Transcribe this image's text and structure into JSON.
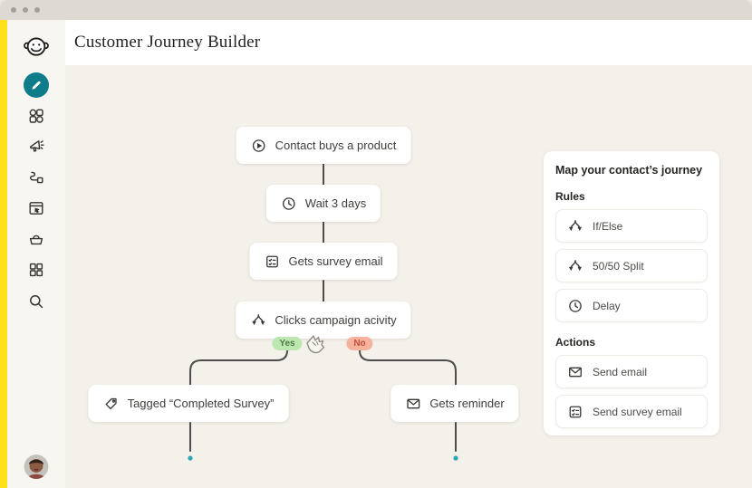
{
  "header": {
    "title": "Customer Journey Builder"
  },
  "sidebar": {
    "logo": "mailchimp-freddie",
    "active_tool": "create-pencil",
    "icons": [
      "pencil",
      "audience",
      "campaigns",
      "automations",
      "website",
      "commerce",
      "apps",
      "search"
    ]
  },
  "canvas": {
    "nodes": {
      "start": {
        "icon": "play-circle-icon",
        "label": "Contact buys a product"
      },
      "wait": {
        "icon": "clock-icon",
        "label": "Wait 3 days"
      },
      "survey": {
        "icon": "survey-icon",
        "label": "Gets survey email"
      },
      "branch": {
        "icon": "branch-icon",
        "label": "Clicks campaign acivity"
      },
      "tagged": {
        "icon": "tag-icon",
        "label": "Tagged “Completed Survey”"
      },
      "reminder": {
        "icon": "envelope-icon",
        "label": "Gets reminder"
      }
    },
    "branch_labels": {
      "yes": "Yes",
      "no": "No"
    }
  },
  "panel": {
    "title": "Map your contact’s journey",
    "sections": [
      {
        "heading": "Rules",
        "items": [
          {
            "icon": "branch-icon",
            "label": "If/Else"
          },
          {
            "icon": "branch-icon",
            "label": "50/50 Split"
          },
          {
            "icon": "clock-icon",
            "label": "Delay"
          }
        ]
      },
      {
        "heading": "Actions",
        "items": [
          {
            "icon": "envelope-icon",
            "label": "Send email"
          },
          {
            "icon": "survey-icon",
            "label": "Send survey email"
          }
        ]
      }
    ]
  },
  "colors": {
    "brand_yellow": "#FFE01B",
    "brand_teal": "#0F7C8A",
    "yes_badge_bg": "#BDE7B0",
    "yes_badge_text": "#4A7C43",
    "no_badge_bg": "#F6B19F",
    "no_badge_text": "#BE5038",
    "endpoint_dot": "#2BA7B5",
    "connector": "#4c4c4c"
  }
}
